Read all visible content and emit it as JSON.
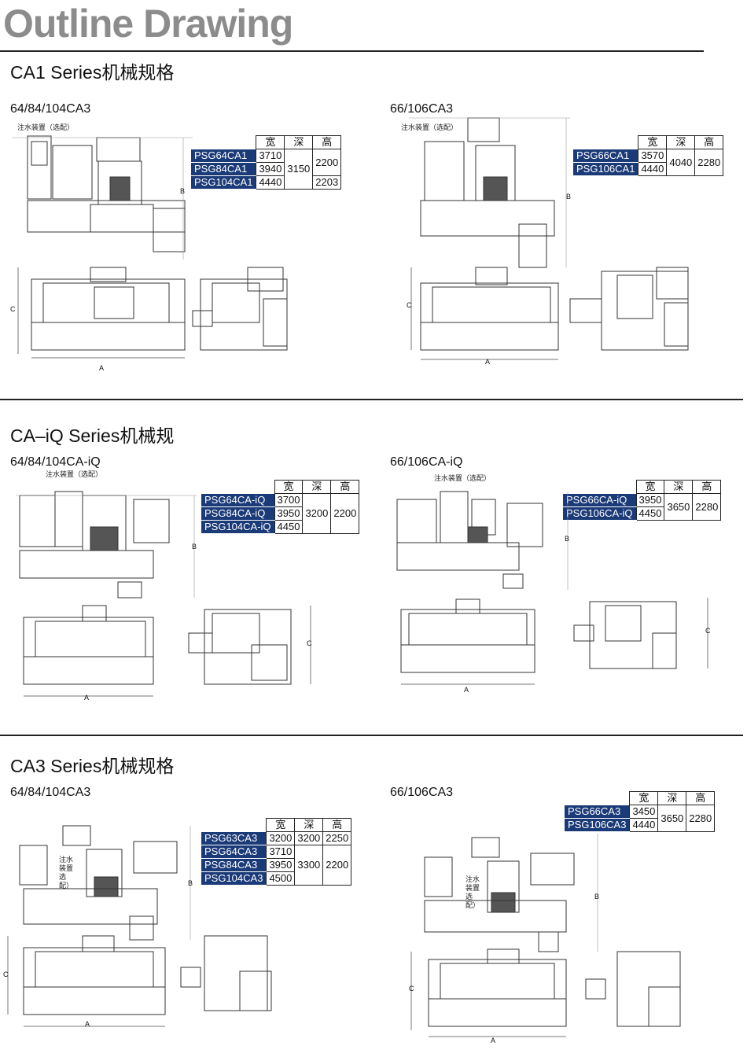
{
  "page_title": "Outline Drawing",
  "water_note": "注水装置（选配）",
  "water_note_stacked": [
    "注水",
    "装置",
    "选配）"
  ],
  "dim_markers": {
    "a": "A",
    "b": "B",
    "c": "C"
  },
  "sections": [
    {
      "title": "CA1 Series机械规格",
      "left": {
        "title": "64/84/104CA3",
        "headers": [
          "宽",
          "深",
          "高"
        ],
        "rows": [
          {
            "model": "PSG64CA1",
            "w": "3710"
          },
          {
            "model": "PSG84CA1",
            "w": "3940"
          },
          {
            "model": "PSG104CA1",
            "w": "4440"
          }
        ],
        "depth": "3150",
        "height_a": "2200",
        "height_b": "2203"
      },
      "right": {
        "title": "66/106CA3",
        "headers": [
          "宽",
          "深",
          "高"
        ],
        "rows": [
          {
            "model": "PSG66CA1",
            "w": "3570"
          },
          {
            "model": "PSG106CA1",
            "w": "4440"
          }
        ],
        "depth": "4040",
        "height": "2280"
      }
    },
    {
      "title": "CA–iQ Series机械规",
      "left": {
        "title": "64/84/104CA-iQ",
        "headers": [
          "宽",
          "深",
          "高"
        ],
        "rows": [
          {
            "model": "PSG64CA-iQ",
            "w": "3700"
          },
          {
            "model": "PSG84CA-iQ",
            "w": "3950"
          },
          {
            "model": "PSG104CA-iQ",
            "w": "4450"
          }
        ],
        "depth": "3200",
        "height": "2200"
      },
      "right": {
        "title": "66/106CA-iQ",
        "headers": [
          "宽",
          "深",
          "高"
        ],
        "rows": [
          {
            "model": "PSG66CA-iQ",
            "w": "3950"
          },
          {
            "model": "PSG106CA-iQ",
            "w": "4450"
          }
        ],
        "depth": "3650",
        "height": "2280"
      }
    },
    {
      "title": "CA3 Series机械规格",
      "left": {
        "title": "64/84/104CA3",
        "headers": [
          "宽",
          "深",
          "高"
        ],
        "rows": [
          {
            "model": "PSG63CA3",
            "w": "3200",
            "d": "3200",
            "h": "2250"
          },
          {
            "model": "PSG64CA3",
            "w": "3710"
          },
          {
            "model": "PSG84CA3",
            "w": "3950"
          },
          {
            "model": "PSG104CA3",
            "w": "4500"
          }
        ],
        "depth": "3300",
        "height": "2200"
      },
      "right": {
        "title": "66/106CA3",
        "headers": [
          "宽",
          "深",
          "高"
        ],
        "rows": [
          {
            "model": "PSG66CA3",
            "w": "3450"
          },
          {
            "model": "PSG106CA3",
            "w": "4440"
          }
        ],
        "depth": "3650",
        "height": "2280"
      }
    }
  ]
}
